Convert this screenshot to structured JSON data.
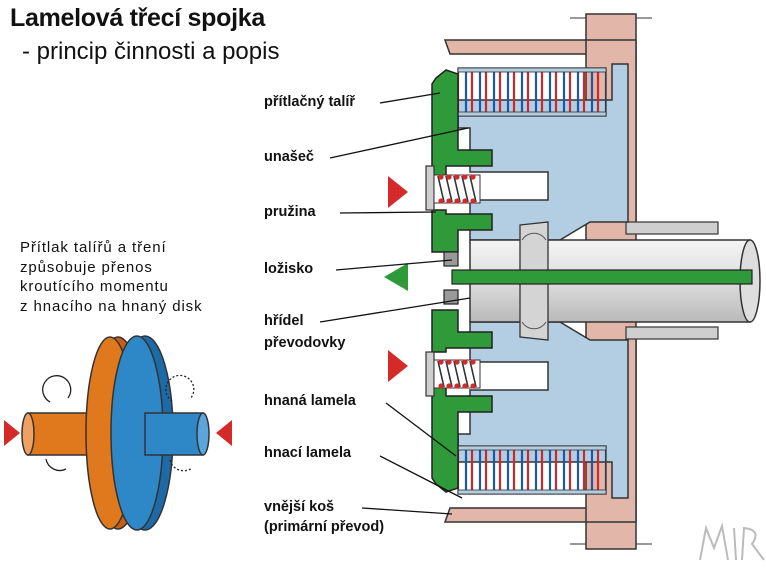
{
  "title": "Lamelová třecí spojka",
  "subtitle": "- princip činnosti a popis",
  "description": [
    "Přítlak talířů a tření",
    "způsobuje přenos",
    "kroutícího momentu",
    "z hnacího na hnaný disk"
  ],
  "labels": {
    "pritlacny_talir": "přítlačný talíř",
    "unasec": "unašeč",
    "pruzina": "pružina",
    "lozisko": "ložisko",
    "hridel_1": "hřídel",
    "hridel_2": "převodovky",
    "hnana_lamela": "hnaná lamela",
    "hnaci_lamela": "hnací lamela",
    "vnejsi_kos_1": "vnější koš",
    "vnejsi_kos_2": "(primární převod)"
  },
  "colors": {
    "green": "#2f9a3a",
    "light_blue": "#b3cde3",
    "pink": "#e2b6a8",
    "red": "#d42a2a",
    "orange": "#e0781e",
    "blue": "#2e88c8",
    "shaft_gray": "#e2e2e2"
  },
  "icons": [
    "press-arrow-icon",
    "release-arrow-icon",
    "rotation-arrow-icon",
    "signature-logo"
  ]
}
